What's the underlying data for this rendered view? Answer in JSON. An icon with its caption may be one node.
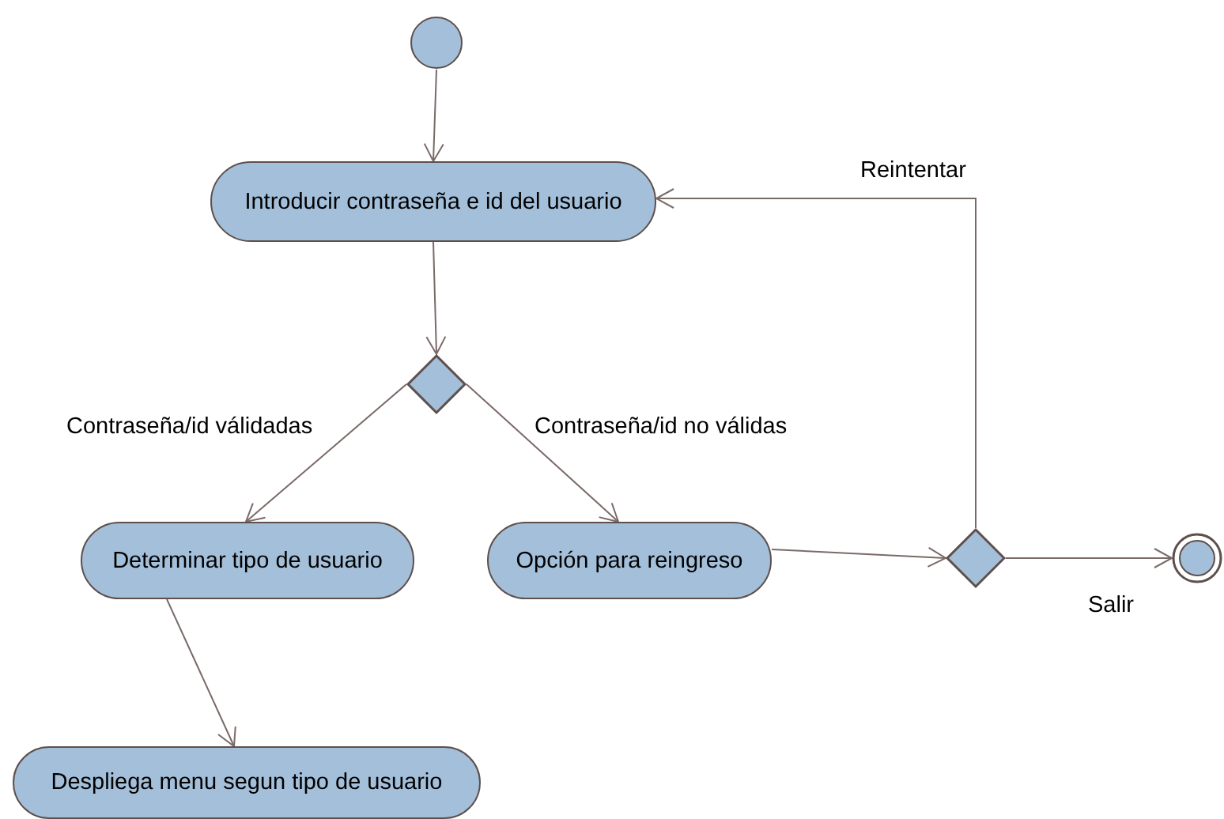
{
  "diagram": {
    "nodes": [
      {
        "text": [],
        "shape": "circle"
      },
      {
        "text": [
          "Introducir contraseña e id del usuario"
        ]
      },
      {
        "text": [],
        "shape": "diamond"
      },
      {
        "text": [
          "Determinar tipo de usuario"
        ]
      },
      {
        "text": [
          "Opción para reingreso"
        ]
      },
      {
        "text": [],
        "shape": "diamond"
      },
      {
        "text": [],
        "shape": "circle"
      },
      {
        "text": [
          "Despliega menu segun tipo de usuario"
        ]
      }
    ],
    "edges": [
      {
        "from": 0,
        "to": 1,
        "arrow": "to"
      },
      {
        "from": 1,
        "to": 2,
        "arrow": "to"
      },
      {
        "from": 2,
        "to": 3,
        "arrow": "to",
        "label": "Contraseña/id válidadas"
      },
      {
        "from": 2,
        "to": 4,
        "arrow": "to",
        "label": "Contraseña/id no válidas"
      },
      {
        "from": 4,
        "to": 5,
        "arrow": "to"
      },
      {
        "from": 5,
        "to": 1,
        "arrow": "to",
        "label": "Reintentar"
      },
      {
        "from": 5,
        "to": 6,
        "arrow": "to",
        "label": "Salir"
      },
      {
        "from": 3,
        "to": 7,
        "arrow": "to"
      }
    ]
  }
}
